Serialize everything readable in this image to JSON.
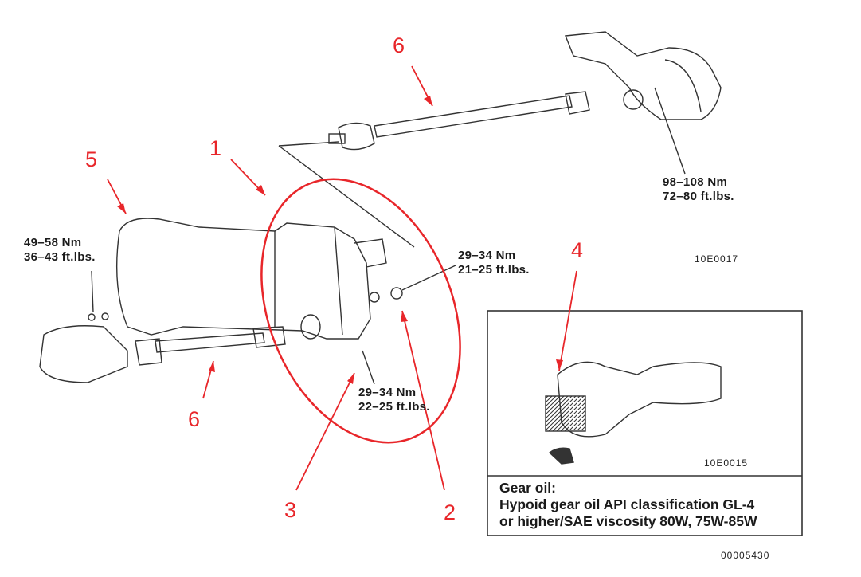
{
  "callouts": {
    "c1": "1",
    "c2": "2",
    "c3": "3",
    "c4": "4",
    "c5": "5",
    "c6_top": "6",
    "c6_bottom": "6"
  },
  "torque_specs": {
    "rear_diff_flange": {
      "nm": "98–108 Nm",
      "ftlbs": "72–80 ft.lbs."
    },
    "front_flange": {
      "nm": "49–58 Nm",
      "ftlbs": "36–43 ft.lbs."
    },
    "fill_plug": {
      "nm": "29–34 Nm",
      "ftlbs": "21–25 ft.lbs."
    },
    "drain_plug": {
      "nm": "29–34 Nm",
      "ftlbs": "22–25 ft.lbs."
    }
  },
  "figure_codes": {
    "main": "10E0017",
    "inset": "10E0015",
    "page": "00005430"
  },
  "gear_oil_note": {
    "title": "Gear oil:",
    "line1": "Hypoid gear oil API classification GL-4",
    "line2": "or higher/SAE viscosity 80W, 75W-85W"
  },
  "colors": {
    "callout": "#e8262a",
    "line": "#333333"
  }
}
